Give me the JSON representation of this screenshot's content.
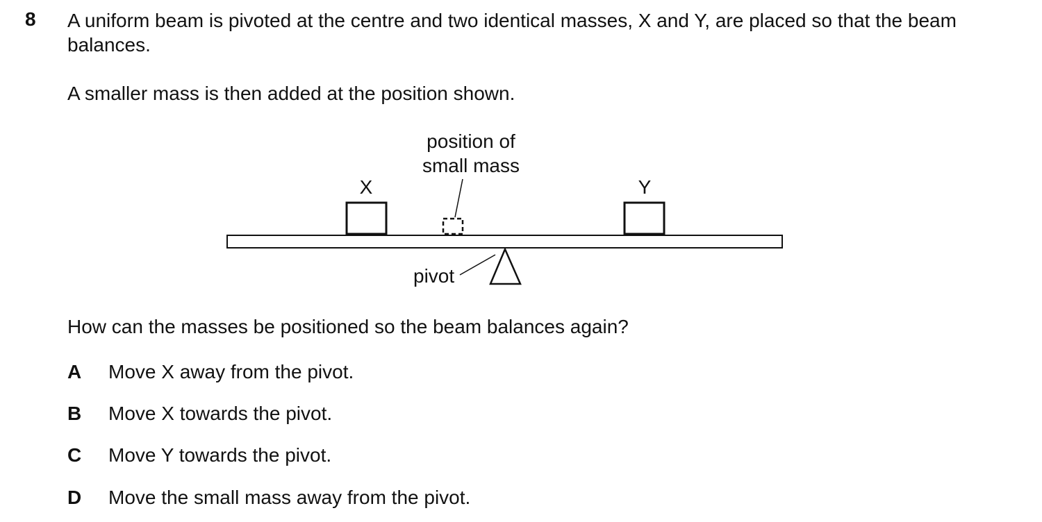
{
  "question": {
    "number": "8",
    "stem": "A uniform beam is pivoted at the centre and two identical masses, X and Y, are placed so that the beam balances.",
    "stem_line2": "A smaller mass is then added at the position shown.",
    "prompt": "How can the masses be positioned so the beam balances again?"
  },
  "diagram": {
    "label_x": "X",
    "label_y": "Y",
    "label_small_mass_line1": "position of",
    "label_small_mass_line2": "small mass",
    "label_pivot": "pivot"
  },
  "options": [
    {
      "letter": "A",
      "text": "Move X away from the pivot."
    },
    {
      "letter": "B",
      "text": "Move X towards the pivot."
    },
    {
      "letter": "C",
      "text": "Move Y towards the pivot."
    },
    {
      "letter": "D",
      "text": "Move the small mass away from the pivot."
    }
  ]
}
